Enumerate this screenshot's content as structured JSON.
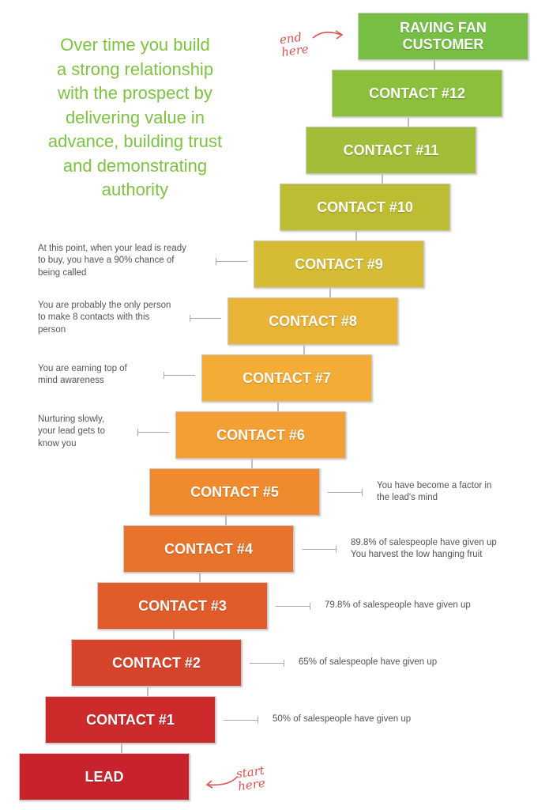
{
  "intro": "Over time you build\na strong relationship\nwith the prospect by\ndelivering value in\nadvance, building trust\nand demonstrating\nauthority",
  "steps": [
    {
      "label": "LEAD",
      "color": "#c8232c"
    },
    {
      "label": "CONTACT #1",
      "color": "#cd2a2c"
    },
    {
      "label": "CONTACT #2",
      "color": "#d6452b"
    },
    {
      "label": "CONTACT #3",
      "color": "#e05c2a"
    },
    {
      "label": "CONTACT #4",
      "color": "#e8732b"
    },
    {
      "label": "CONTACT #5",
      "color": "#ef8a2e"
    },
    {
      "label": "CONTACT #6",
      "color": "#f39f33"
    },
    {
      "label": "CONTACT #7",
      "color": "#f3ac35"
    },
    {
      "label": "CONTACT #8",
      "color": "#e9b336"
    },
    {
      "label": "CONTACT #9",
      "color": "#d6bb34"
    },
    {
      "label": "CONTACT #10",
      "color": "#bdbd34"
    },
    {
      "label": "CONTACT #11",
      "color": "#a2bd38"
    },
    {
      "label": "CONTACT #12",
      "color": "#8cbf3c"
    },
    {
      "label": "RAVING FAN\nCUSTOMER",
      "color": "#77bf44"
    }
  ],
  "notes_right": [
    {
      "step": 1,
      "text": "50% of salespeople have given up"
    },
    {
      "step": 2,
      "text": "65% of salespeople have given up"
    },
    {
      "step": 3,
      "text": "79.8% of salespeople have given up"
    },
    {
      "step": 4,
      "text": "89.8% of salespeople have given up\nYou harvest the low hanging fruit"
    },
    {
      "step": 5,
      "text": "You have become a factor in\nthe lead's mind"
    }
  ],
  "notes_left": [
    {
      "step": 6,
      "text": "Nurturing slowly,\nyour lead gets to\nknow you"
    },
    {
      "step": 7,
      "text": "You are earning top of\nmind awareness"
    },
    {
      "step": 8,
      "text": "You are probably the only person\nto make 8 contacts with this\nperson"
    },
    {
      "step": 9,
      "text": "At this point, when your lead is ready\nto buy, you have a 90% chance of\nbeing called"
    }
  ],
  "start_label": "start\nhere",
  "end_label": "end\nhere",
  "colors": {
    "intro_text": "#7dc242",
    "handwriting": "#d9534f"
  }
}
